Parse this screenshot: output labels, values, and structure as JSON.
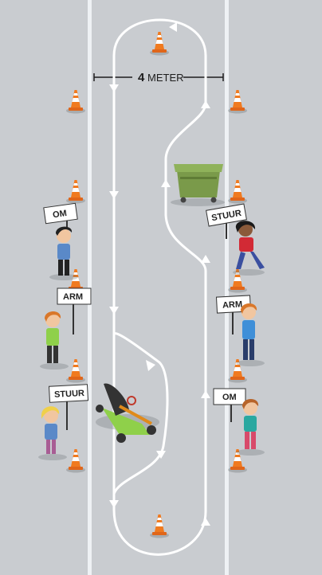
{
  "dimension": {
    "value": "4",
    "unit": "METER"
  },
  "signs": [
    {
      "id": "om-left",
      "text": "OM"
    },
    {
      "id": "arm-left",
      "text": "ARM"
    },
    {
      "id": "stuur-left",
      "text": "STUUR"
    },
    {
      "id": "stuur-right",
      "text": "STUUR"
    },
    {
      "id": "arm-right",
      "text": "ARM"
    },
    {
      "id": "om-right",
      "text": "OM"
    }
  ],
  "colors": {
    "road": "#c9ccd0",
    "lane_line": "#eef1f4",
    "path": "#ffffff",
    "cone": "#f07a1f",
    "container": "#7a9a4a"
  }
}
